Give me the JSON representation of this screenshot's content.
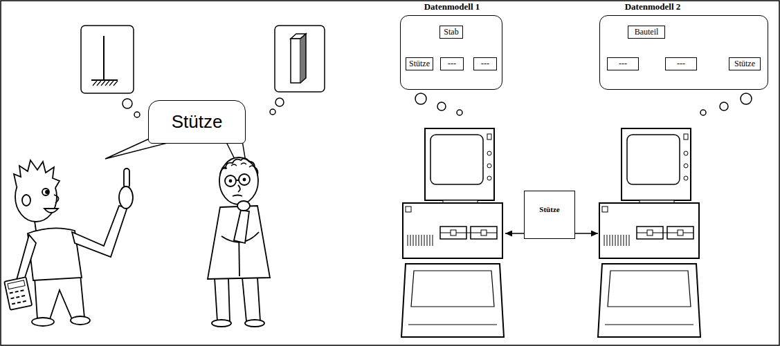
{
  "diagram": {
    "nodes": [
      {
        "text": [
          "Stütze"
        ]
      },
      {
        "text": [
          "Datenmodell 1"
        ]
      },
      {
        "text": [
          "Stab"
        ],
        "in": 1
      },
      {
        "text": [
          "Stütze"
        ],
        "in": 1
      },
      {
        "text": [
          "---"
        ],
        "in": 1
      },
      {
        "text": [
          "---"
        ],
        "in": 1
      },
      {
        "text": [
          "Datenmodell 2"
        ]
      },
      {
        "text": [
          "Bauteil"
        ],
        "in": 6
      },
      {
        "text": [
          "---"
        ],
        "in": 6
      },
      {
        "text": [
          "---"
        ],
        "in": 6
      },
      {
        "text": [
          "Stütze"
        ],
        "in": 6
      },
      {
        "text": [
          "Stütze"
        ]
      }
    ],
    "edges": [
      {
        "from": 2,
        "to": 3,
        "arrow": "none"
      },
      {
        "from": 2,
        "to": 4,
        "arrow": "none"
      },
      {
        "from": 2,
        "to": 5,
        "arrow": "none"
      },
      {
        "from": 7,
        "to": 8,
        "arrow": "none"
      },
      {
        "from": 7,
        "to": 9,
        "arrow": "none"
      },
      {
        "from": 7,
        "to": 10,
        "arrow": "none"
      }
    ]
  }
}
